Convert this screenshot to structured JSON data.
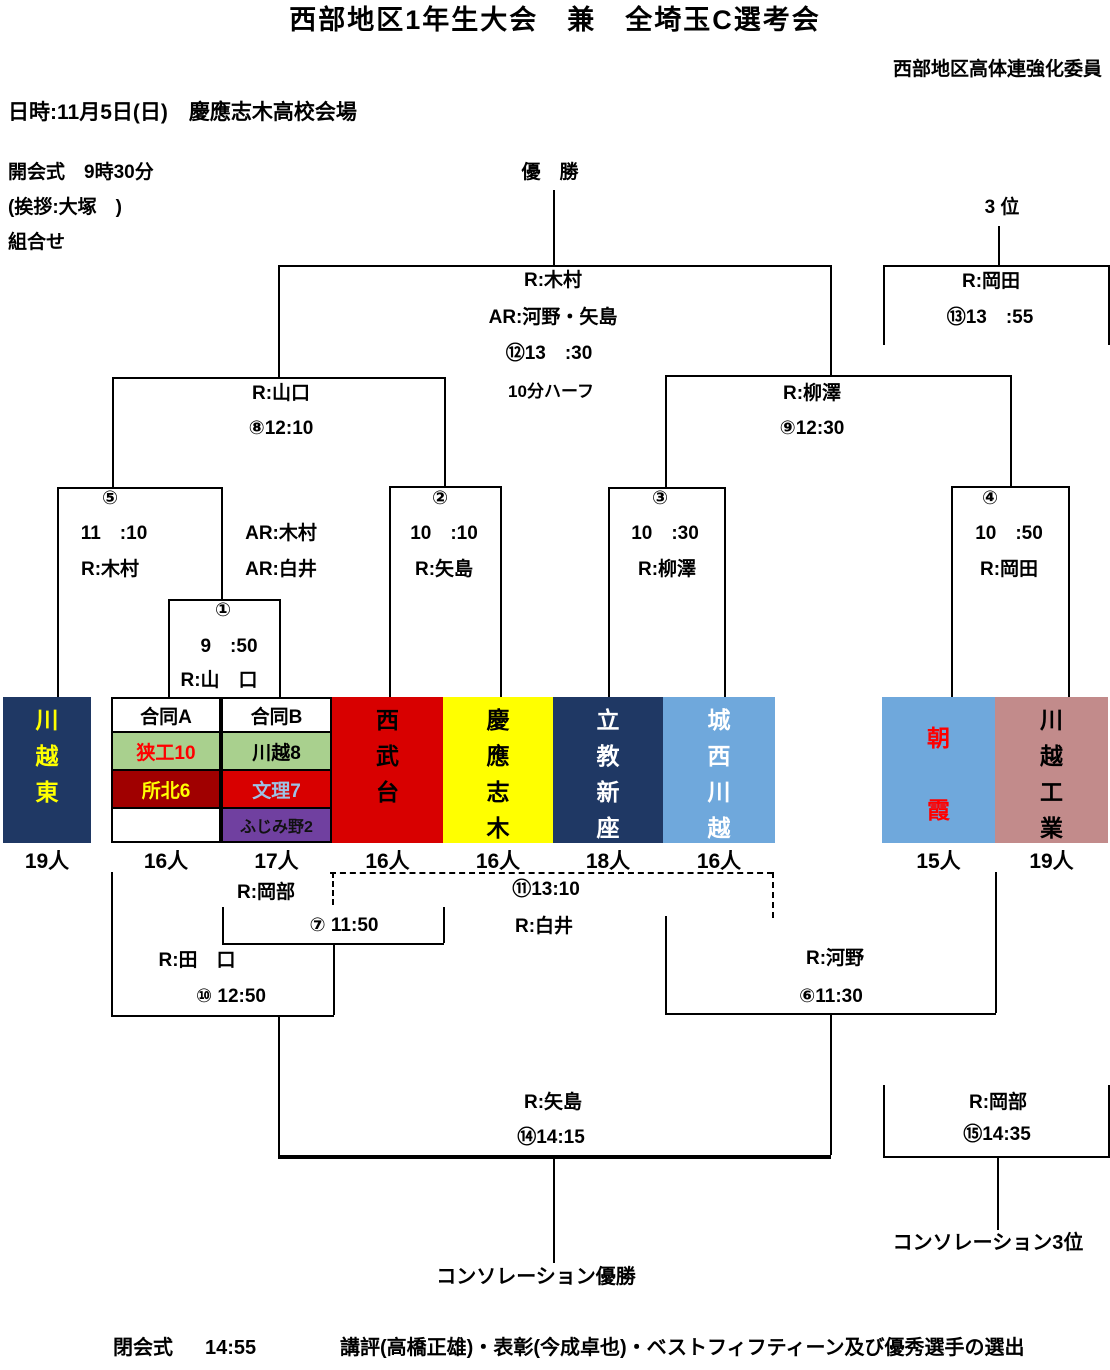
{
  "header": {
    "title": "西部地区1年生大会　兼　全埼玉C選考会",
    "organizer": "西部地区高体連強化委員",
    "date_venue": "日時:11月5日(日)　慶應志木高校会場",
    "opening": "開会式　9時30分",
    "greeting": "(挨拶:大塚　)",
    "kumiawase": "組合せ",
    "champion_label": "優　勝",
    "third_label": "3 位"
  },
  "matches": {
    "final": {
      "referee": "R:木村",
      "ar": "AR:河野・矢島",
      "no_time": "⑫13　:30",
      "note": "10分ハーフ"
    },
    "third": {
      "referee": "R:岡田",
      "no_time": "⑬13　:55"
    },
    "sf_left": {
      "referee": "R:山口",
      "no_time": "⑧12:10"
    },
    "sf_right": {
      "referee": "R:柳澤",
      "no_time": "⑨12:30"
    },
    "qf5": {
      "no": "⑤",
      "time": "11　:10",
      "referee": "R:木村"
    },
    "ar1": "AR:木村",
    "ar2": "AR:白井",
    "m1": {
      "no": "①",
      "time": "9　:50",
      "referee": "R:山　口"
    },
    "m2": {
      "no": "②",
      "time": "10　:10",
      "referee": "R:矢島"
    },
    "m3": {
      "no": "③",
      "time": "10　:30",
      "referee": "R:柳澤"
    },
    "m4": {
      "no": "④",
      "time": "10　:50",
      "referee": "R:岡田"
    },
    "m6": {
      "referee": "R:河野",
      "no_time": "⑥11:30"
    },
    "m7": {
      "referee": "R:岡部",
      "no_time": "⑦ 11:50"
    },
    "m10": {
      "referee": "R:田　口",
      "no_time": "⑩ 12:50"
    },
    "m11": {
      "no_time": "⑪13:10",
      "referee": "R:白井"
    },
    "m14": {
      "referee": "R:矢島",
      "no_time": "⑭14:15"
    },
    "m15": {
      "referee": "R:岡部",
      "no_time": "⑮14:35"
    }
  },
  "teams": [
    {
      "name": "川越東",
      "count": "19人",
      "type": "solid",
      "bg": "#1F3864",
      "color": "#FFFF00"
    },
    {
      "name": "合同A",
      "count": "16人",
      "type": "combined",
      "header": "合同A",
      "rows": [
        {
          "label": "狭工10",
          "bg": "#A9D08E",
          "color": "#FF0000"
        },
        {
          "label": "所北6",
          "bg": "#A00000",
          "color": "#FFFF00"
        },
        {
          "label": "",
          "bg": "#FFFFFF",
          "color": "#000000"
        }
      ]
    },
    {
      "name": "合同B",
      "count": "17人",
      "type": "combined",
      "header": "合同B",
      "rows": [
        {
          "label": "川越8",
          "bg": "#A9D08E",
          "color": "#000000"
        },
        {
          "label": "文理7",
          "bg": "#D80000",
          "color": "#9DC3E6"
        },
        {
          "label": "ふじみ野2",
          "bg": "#7040A0",
          "color": "#111111"
        }
      ]
    },
    {
      "name": "西武台",
      "count": "16人",
      "type": "solid",
      "bg": "#D80000",
      "color": "#000000"
    },
    {
      "name": "慶應志木",
      "count": "16人",
      "type": "solid",
      "bg": "#FFFF00",
      "color": "#000000"
    },
    {
      "name": "立教新座",
      "count": "18人",
      "type": "solid",
      "bg": "#1F3864",
      "color": "#FFFFFF"
    },
    {
      "name": "城西川越",
      "count": "16人",
      "type": "solid",
      "bg": "#6FA8DC",
      "color": "#FFFFFF"
    },
    {
      "name": "朝霞",
      "count": "15人",
      "type": "solid",
      "bg": "#6FA8DC",
      "color": "#FF0000"
    },
    {
      "name": "川越工業",
      "count": "19人",
      "type": "solid",
      "bg": "#C28B8B",
      "color": "#000000"
    }
  ],
  "consolation": {
    "winner_label": "コンソレーション優勝",
    "third_label": "コンソレーション3位"
  },
  "footer": {
    "closing": "閉会式",
    "closing_time": "14:55",
    "notes": "講評(高橋正雄)・表彰(今成卓也)・ベストフィフティーン及び優秀選手の選出"
  }
}
